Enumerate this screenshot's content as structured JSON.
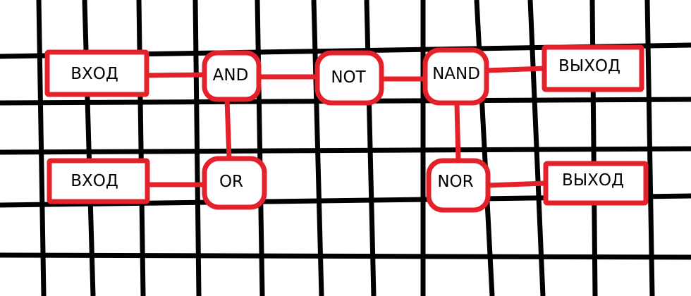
{
  "colors": {
    "grid": "#000000",
    "accent": "#e4202a",
    "text": "#000000",
    "background": "#ffffff"
  },
  "nodes": {
    "input_top": "ВХОД",
    "input_bottom": "ВХОД",
    "gate_and": "AND",
    "gate_or": "OR",
    "gate_not": "NOT",
    "gate_nand": "NAND",
    "gate_nor": "NOR",
    "output_top": "ВЫХОД",
    "output_bottom": "ВЫХОД"
  }
}
